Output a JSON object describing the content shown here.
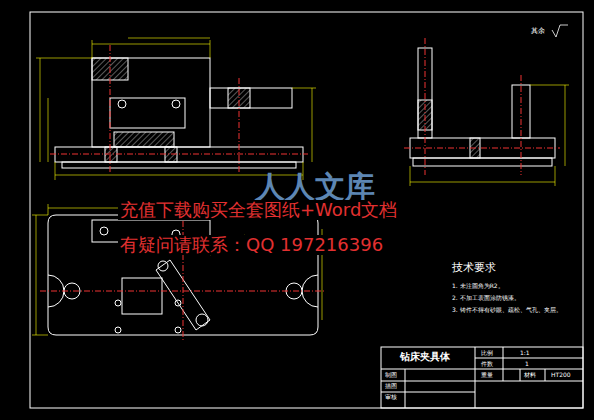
{
  "diagram": {
    "title": "钻床夹具体",
    "labels": [
      "其余",
      "人人文库",
      "充值下载购买全套图纸+Word文档",
      "有疑问请联系：QQ 197216396",
      "技术要求",
      "1. 未注圆角为R2。",
      "2. 不加工表面涂防锈漆。",
      "3. 铸件不得有砂眼、疏松、气孔、夹层。",
      "比例",
      "1:1",
      "件数",
      "1",
      "重量",
      "材料",
      "HT200",
      "制图",
      "描图",
      "审核"
    ]
  }
}
